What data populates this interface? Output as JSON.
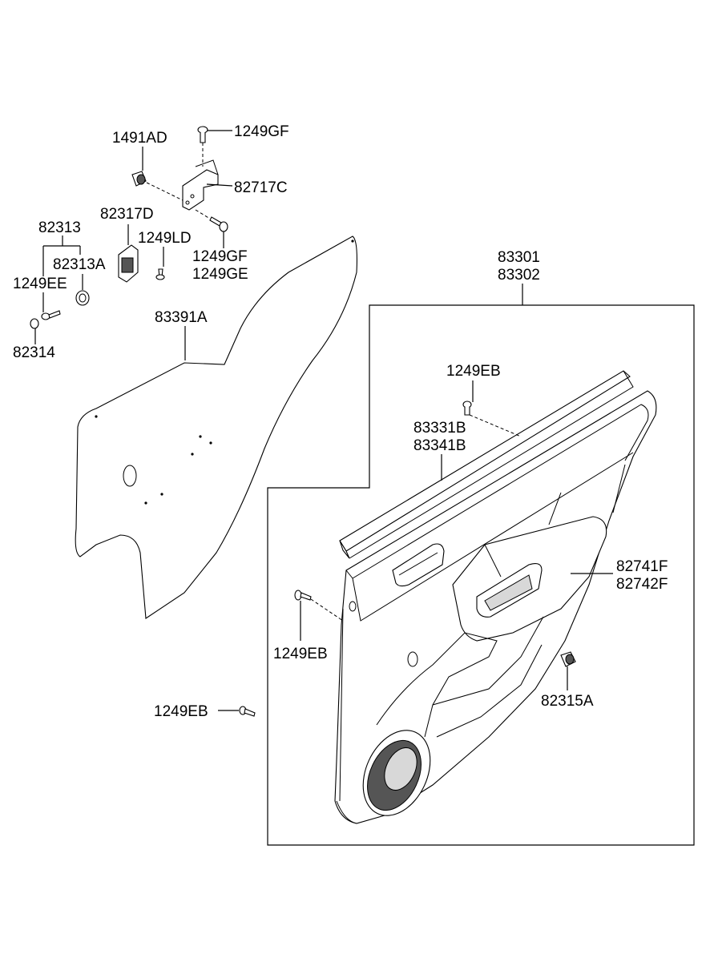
{
  "labels": {
    "c1249GF_top": "1249GF",
    "c1491AD": "1491AD",
    "c82717C": "82717C",
    "c82317D": "82317D",
    "c82313": "82313",
    "c1249LD": "1249LD",
    "c82313A": "82313A",
    "c1249GF_mid": "1249GF",
    "c1249GE": "1249GE",
    "c1249EE": "1249EE",
    "c82314": "82314",
    "c83391A": "83391A",
    "c83301": "83301",
    "c83302": "83302",
    "c1249EB_top": "1249EB",
    "c83331B": "83331B",
    "c83341B": "83341B",
    "c82741F": "82741F",
    "c82742F": "82742F",
    "c1249EB_left": "1249EB",
    "c82315A": "82315A",
    "c1249EB_bottom": "1249EB"
  }
}
